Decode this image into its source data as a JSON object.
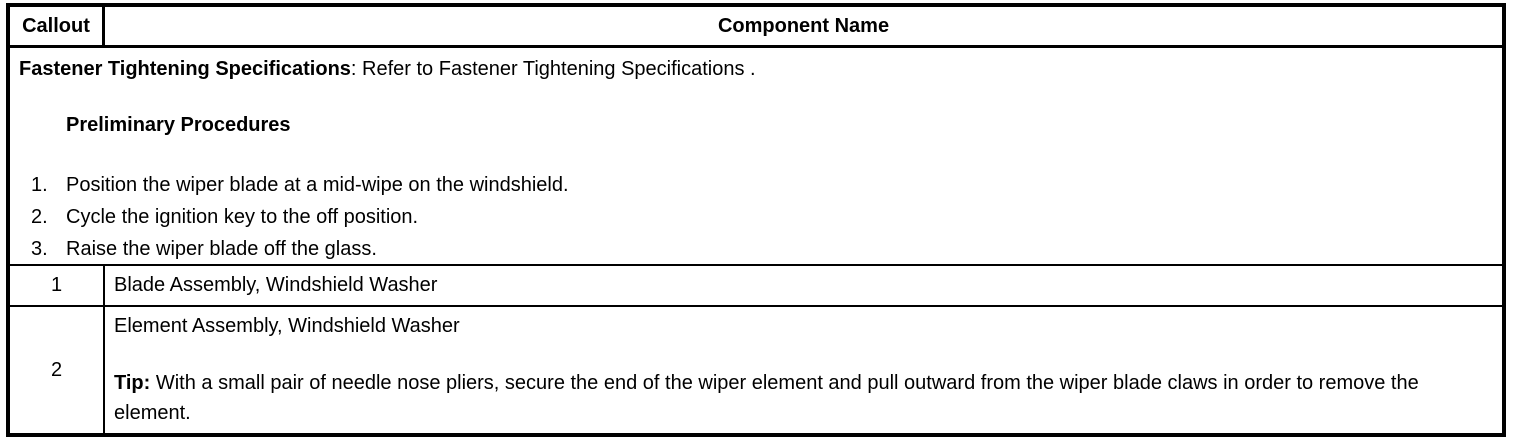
{
  "page": {
    "background_color": "#ffffff",
    "text_color": "#000000",
    "border_color": "#000000"
  },
  "table": {
    "header": {
      "callout_label": "Callout",
      "component_label": "Component Name"
    },
    "spec_row": {
      "spec_bold": "Fastener Tightening Specifications",
      "spec_rest": ": Refer to Fastener Tightening Specifications .",
      "prelim_heading": "Preliminary Procedures",
      "steps": [
        {
          "num": "1.",
          "text": "Position the wiper blade at a mid-wipe on the windshield."
        },
        {
          "num": "2.",
          "text": "Cycle the ignition key to the off position."
        },
        {
          "num": "3.",
          "text": "Raise the wiper blade off the glass."
        }
      ]
    },
    "rows": [
      {
        "callout": "1",
        "component": "Blade Assembly, Windshield Washer"
      },
      {
        "callout": "2",
        "component": "Element Assembly, Windshield Washer",
        "tip_bold": "Tip:",
        "tip_rest": " With a small pair of needle nose pliers, secure the end of the wiper element and pull outward from the wiper blade claws in order to remove the element."
      }
    ]
  }
}
